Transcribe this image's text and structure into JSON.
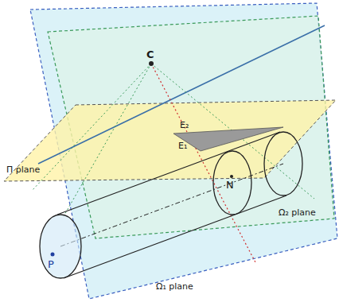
{
  "diagram": {
    "labels": [
      "C",
      "Π plane",
      "E₂",
      "E₁",
      "N",
      "P",
      "Ω₂ plane",
      "Ω₁ plane"
    ]
  }
}
